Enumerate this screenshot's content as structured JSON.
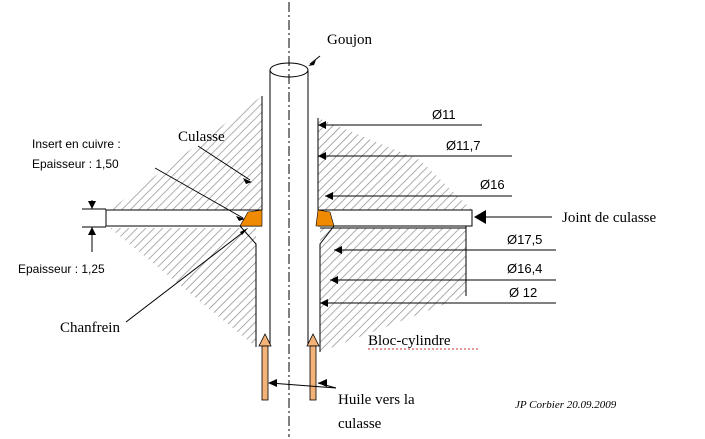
{
  "labels": {
    "goujon": "Goujon",
    "culasse": "Culasse",
    "insert_line1": "Insert en cuivre :",
    "insert_line2": "Epaisseur : 1,50",
    "joint": "Joint de culasse",
    "epaisseur_joint": "Epaisseur : 1,25",
    "chanfrein": "Chanfrein",
    "bloc": "Bloc-cylindre",
    "huile_line1": "Huile vers la",
    "huile_line2": "culasse",
    "author": "JP Corbier 20.09.2009"
  },
  "dimensions": {
    "d11": "Ø11",
    "d11_7": "Ø11,7",
    "d16": "Ø16",
    "d17_5": "Ø17,5",
    "d16_4": "Ø16,4",
    "d12": "Ø 12"
  },
  "colors": {
    "hatch": "#8a8a8a",
    "insert": "#f08a00",
    "arrow_fill": "#f3b277",
    "spell_underline": "#d03030"
  }
}
